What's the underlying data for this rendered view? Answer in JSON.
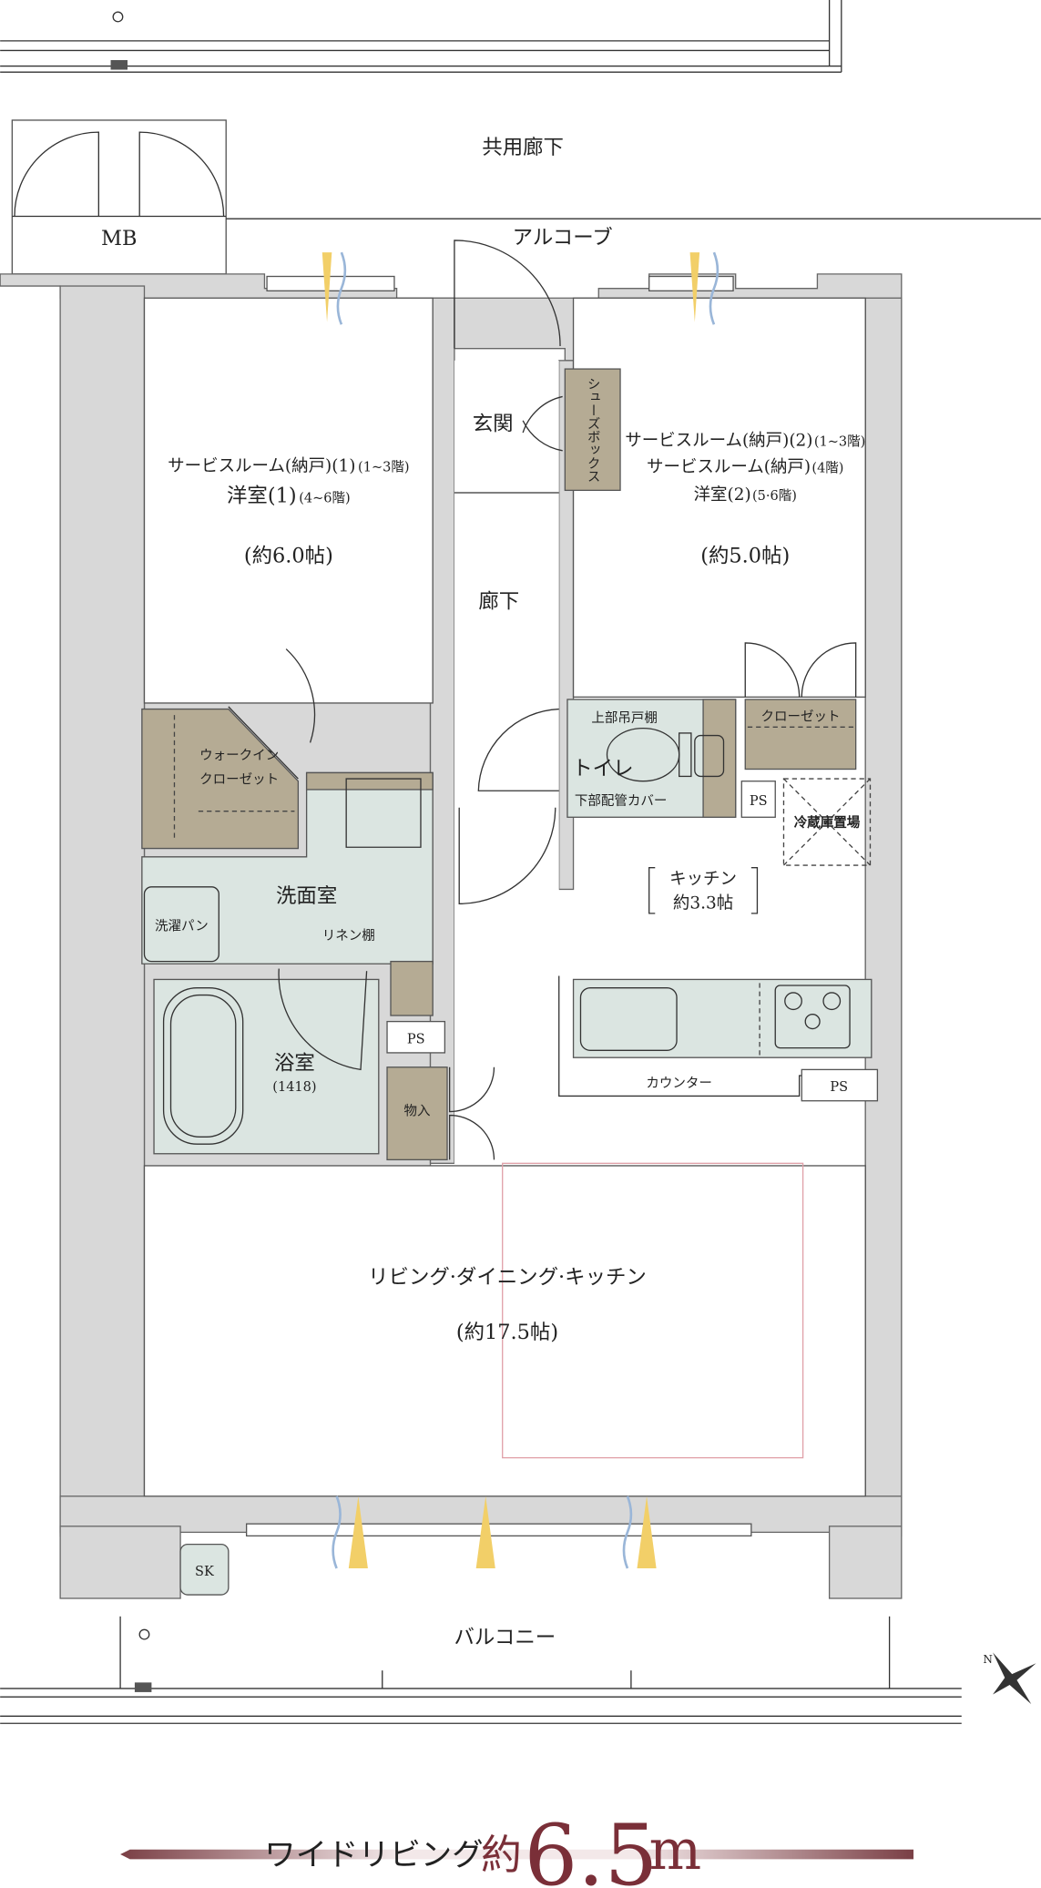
{
  "plan": {
    "shared_corridor": "共用廊下",
    "meter_box": "MB",
    "alcove": "アルコーブ",
    "entrance": "玄関",
    "shoe_box": "シューズボックス",
    "hallway": "廊下",
    "room1": {
      "line1": "サービスルーム(納戸)(1)",
      "line1_note": "(1~3階)",
      "line2": "洋室(1)",
      "line2_note": "(4~6階)",
      "size": "(約6.0帖)"
    },
    "room2": {
      "line1": "サービスルーム(納戸)(2)",
      "line1_note": "(1~3階)",
      "line2": "サービスルーム(納戸)",
      "line2_note": "(4階)",
      "line3": "洋室(2)",
      "line3_note": "(5·6階)",
      "size": "(約5.0帖)"
    },
    "walk_in_closet_1": "ウォークイン",
    "walk_in_closet_2": "クローゼット",
    "washroom": "洗面室",
    "washing_pan": "洗濯パン",
    "linen_shelf": "リネン棚",
    "bathroom": "浴室",
    "bathroom_size": "(1418)",
    "ps": "PS",
    "storage": "物入",
    "toilet": "トイレ",
    "upper_cabinet": "上部吊戸棚",
    "pipe_cover": "下部配管カバー",
    "closet": "クローゼット",
    "fridge_space": "冷蔵庫置場",
    "kitchen": "キッチン",
    "kitchen_size": "約3.3帖",
    "counter": "カウンター",
    "ldk": "リビング·ダイニング·キッチン",
    "ldk_size": "(約17.5帖)",
    "sk": "SK",
    "balcony": "バルコニー",
    "compass_n": "N"
  },
  "banner": {
    "label": "ワイドリビング",
    "prefix": "約",
    "value": "6.5",
    "unit": "m",
    "color": "#7a2f38"
  }
}
